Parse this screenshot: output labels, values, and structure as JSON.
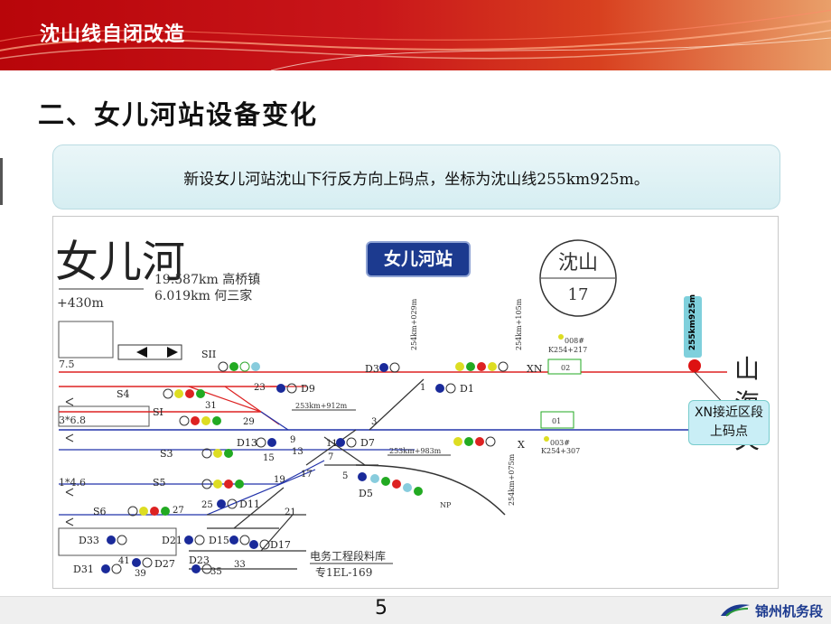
{
  "header": {
    "title": "沈山线自闭改造"
  },
  "heading": "二、女儿河站设备变化",
  "note": "新设女儿河站沈山下行反方向上码点，坐标为沈山线255km925m。",
  "diagram": {
    "station_badge": "女儿河站",
    "left_station": "女儿河",
    "info_line1": "19.587km 高桥镇",
    "info_line2": "6.019km  何三家",
    "dist_left": "+430m",
    "route_circle_top": "沈山",
    "route_circle_bottom": "17",
    "vertical_label": "255km925m",
    "callout": "XN接近区段上码点",
    "right_text": [
      "山",
      "海",
      "关"
    ],
    "track_labels": [
      "7.5",
      "3*6.8",
      "1*4.6"
    ],
    "signals": [
      "SII",
      "S4",
      "SI",
      "S3",
      "S5",
      "S6",
      "D3",
      "D9",
      "D1",
      "D13",
      "D7",
      "D11",
      "D15",
      "D17",
      "D21",
      "D23",
      "D27",
      "D31",
      "D33",
      "D5",
      "XN",
      "X"
    ],
    "switch_numbers": [
      "23",
      "31",
      "29",
      "1",
      "3",
      "9",
      "13",
      "15",
      "11",
      "7",
      "19",
      "17",
      "5",
      "25",
      "27",
      "21",
      "33",
      "35",
      "39",
      "41"
    ],
    "km_marks": [
      "253km+912m",
      "253km+983m",
      "254km+029m",
      "254km+105m",
      "254km+075m",
      "K254+217",
      "K254+307",
      "008#",
      "003#",
      "02",
      "01",
      "NP"
    ],
    "depot": "电务工程段料库",
    "depot_code": "专1EL-169"
  },
  "footer": {
    "page": "5",
    "org": "锦州机务段"
  }
}
